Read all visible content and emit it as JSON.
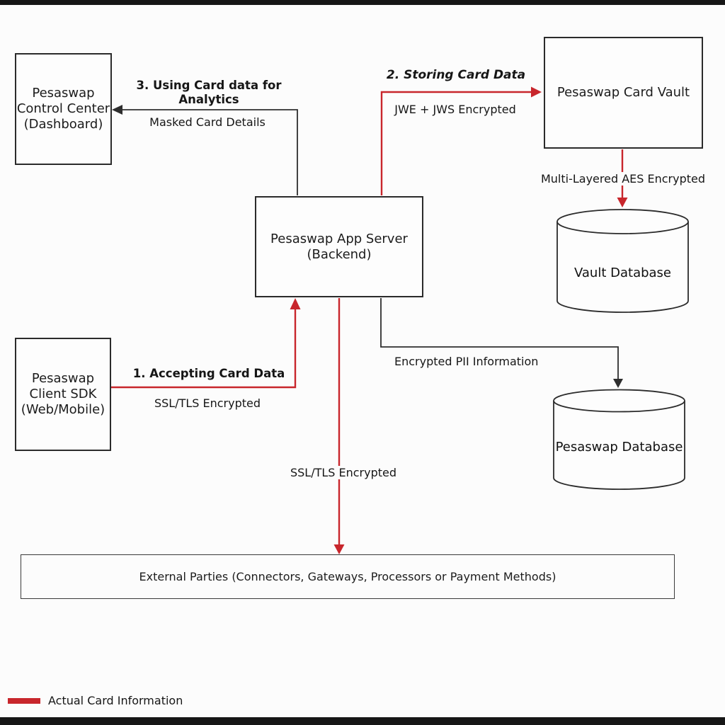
{
  "colors": {
    "accent_red": "#c8262c",
    "line_black": "#2e2e2e",
    "background": "#fcfcfc"
  },
  "nodes": {
    "control_center": {
      "line1": "Pesaswap",
      "line2": "Control Center",
      "line3": "(Dashboard)"
    },
    "card_vault": {
      "label": "Pesaswap Card Vault"
    },
    "app_server": {
      "line1": "Pesaswap App Server",
      "line2": "(Backend)"
    },
    "client_sdk": {
      "line1": "Pesaswap",
      "line2": "Client SDK",
      "line3": "(Web/Mobile)"
    },
    "vault_database": {
      "label": "Vault Database"
    },
    "pesaswap_database": {
      "label": "Pesaswap Database"
    },
    "external_parties": {
      "label": "External Parties (Connectors, Gateways, Processors or Payment Methods)"
    }
  },
  "edges": {
    "accepting": {
      "title": "1. Accepting Card Data",
      "subtitle": "SSL/TLS Encrypted"
    },
    "storing": {
      "title": "2. Storing Card Data",
      "subtitle": "JWE + JWS Encrypted"
    },
    "analytics": {
      "title": "3. Using Card data for Analytics",
      "subtitle": "Masked Card Details"
    },
    "vault_storage": {
      "label": "Multi-Layered AES Encrypted"
    },
    "pii": {
      "label": "Encrypted PII Information"
    },
    "external_ssl": {
      "label": "SSL/TLS Encrypted"
    }
  },
  "legend": {
    "label": "Actual Card Information",
    "swatch_color": "#c8262c"
  }
}
